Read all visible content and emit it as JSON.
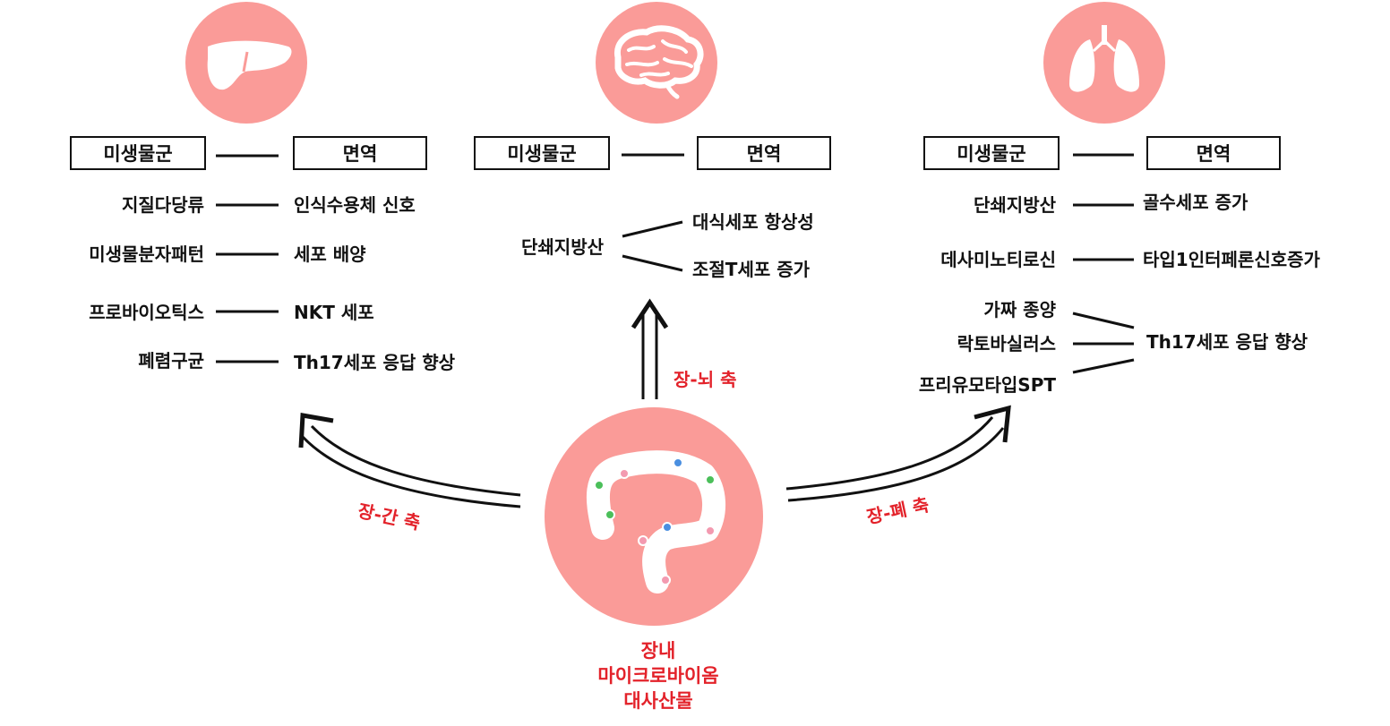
{
  "colors": {
    "circle": "#fa9b98",
    "accent_red": "#e3222a",
    "line": "#111111"
  },
  "organs": {
    "liver": {
      "icon": "liver-icon",
      "header_left": "미생물군",
      "header_right": "면역",
      "rows": [
        {
          "left": "지질다당류",
          "right": "인식수용체 신호"
        },
        {
          "left": "미생물분자패턴",
          "right": "세포 배양"
        },
        {
          "left": "프로바이오틱스",
          "right": "NKT 세포"
        },
        {
          "left": "폐렴구균",
          "right": "Th17세포 응답 향상"
        }
      ]
    },
    "brain": {
      "icon": "brain-icon",
      "header_left": "미생물군",
      "header_right": "면역",
      "left": "단쇄지방산",
      "right": [
        "대식세포 항상성",
        "조절T세포 증가"
      ]
    },
    "lung": {
      "icon": "lungs-icon",
      "header_left": "미생물군",
      "header_right": "면역",
      "rows": [
        {
          "left": "단쇄지방산",
          "right": "골수세포 증가"
        },
        {
          "left": "데사미노티로신",
          "right": "타입1인터페론신호증가"
        }
      ],
      "group_left": [
        "가짜 종양",
        "락토바실러스",
        "프리유모타입SPT"
      ],
      "group_right": "Th17세포 응답 향상"
    }
  },
  "axes": {
    "gut_liver": "장-간 축",
    "gut_brain": "장-뇌 축",
    "gut_lung": "장-폐 축"
  },
  "center": {
    "icon": "intestine-icon",
    "label_lines": [
      "장내",
      "마이크로바이옴",
      "대사산물"
    ]
  }
}
